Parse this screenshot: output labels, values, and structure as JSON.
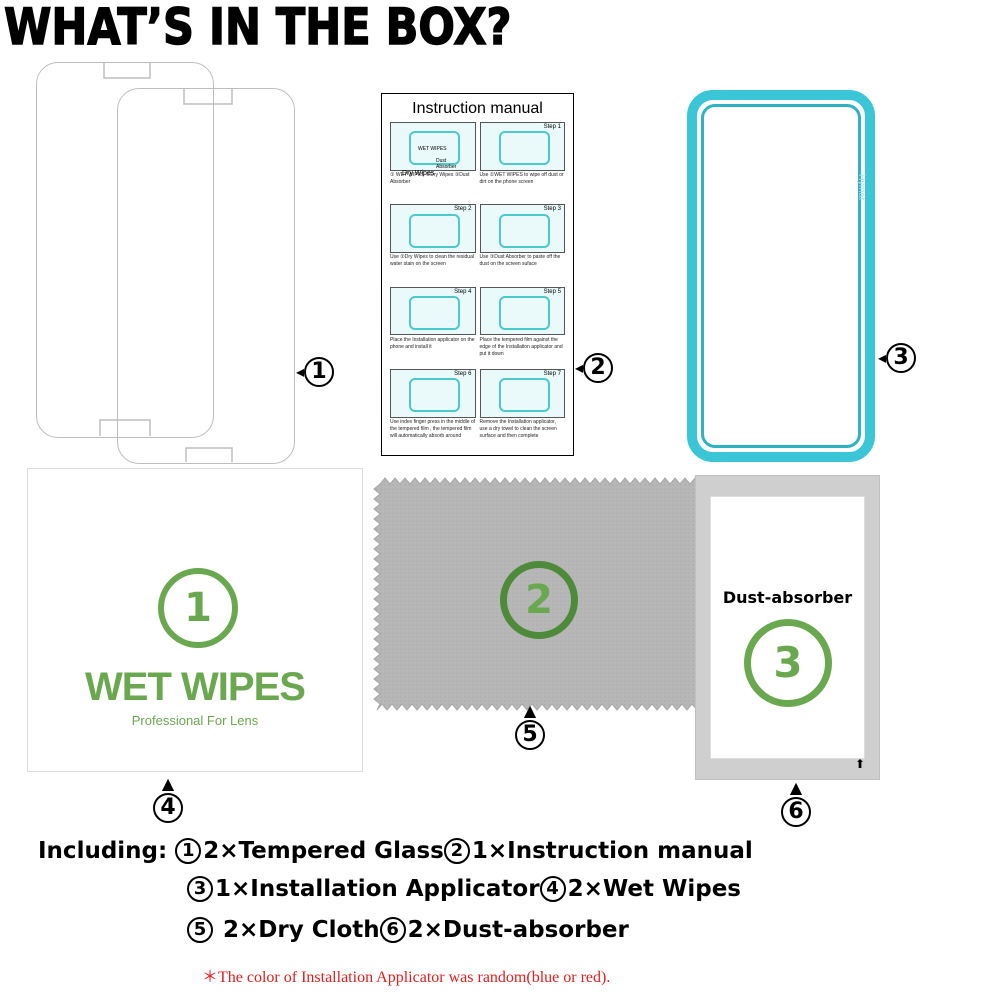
{
  "title": "WHAT’S IN THE BOX?",
  "callouts": {
    "glass": {
      "arrow": "◂",
      "num": "1"
    },
    "manual": {
      "arrow": "◂",
      "num": "2"
    },
    "applicator": {
      "arrow": "◂",
      "num": "3"
    },
    "wipes": {
      "arrow": "▲",
      "num": "4"
    },
    "cloth": {
      "arrow": "▲",
      "num": "5"
    },
    "absorber": {
      "arrow": "▲",
      "num": "6"
    }
  },
  "manual": {
    "title": "Instruction manual",
    "steps": [
      {
        "label": "",
        "text": "① WET WIPES ②Dry Wipes ③Dust Absorber"
      },
      {
        "label": "Step 1",
        "text": "Use ①WET WIPES to wipe off dust or dirt on the phone screen"
      },
      {
        "label": "Step 2",
        "text": "Use ②Dry Wipes to clean the residual water stain on the screen"
      },
      {
        "label": "Step 3",
        "text": "Use ③Dust Absorber to paste off the dust on the screen suface"
      },
      {
        "label": "Step 4",
        "text": "Place the Installation applicator on the phone and install it"
      },
      {
        "label": "Step 5",
        "text": "Place the tempered film against the edge of the Installation applicator and put it down"
      },
      {
        "label": "Step 6",
        "text": "Use index finger press in the middle of the tempered film , the tempered film will automatically absorb around"
      },
      {
        "label": "Step 7",
        "text": "Remove the Installation applicator, use a dry towel to clean the screen surface and then complete"
      }
    ],
    "kit_labels": {
      "wet": "WET WIPES",
      "dry": "Dry Wipes",
      "dust": "Dust Absorber"
    }
  },
  "applicator": {
    "brand": "Hymat"
  },
  "wipes": {
    "num": "1",
    "name": "WET WIPES",
    "subtitle": "Professional For Lens"
  },
  "cloth": {
    "num": "2"
  },
  "absorber": {
    "label": "Dust-absorber",
    "num": "3",
    "arrow": "⬆"
  },
  "including": {
    "lead": "Including:",
    "line1": [
      {
        "num": "1",
        "text": "2×Tempered Glass"
      },
      {
        "num": "2",
        "text": "1×Instruction manual"
      }
    ],
    "line2": [
      {
        "num": "3",
        "text": "1×Installation Applicator"
      },
      {
        "num": "4",
        "text": "2×Wet Wipes"
      }
    ],
    "line3": [
      {
        "num": "5",
        "text": " 2×Dry Cloth"
      },
      {
        "num": "6",
        "text": "2×Dust-absorber"
      }
    ]
  },
  "note": "＊The color of Installation Applicator was random(blue or red).",
  "colors": {
    "green": "#6aa84f",
    "dark_green": "#4e8a3a",
    "teal": "#3ac6d6",
    "red": "#e01e1e"
  }
}
